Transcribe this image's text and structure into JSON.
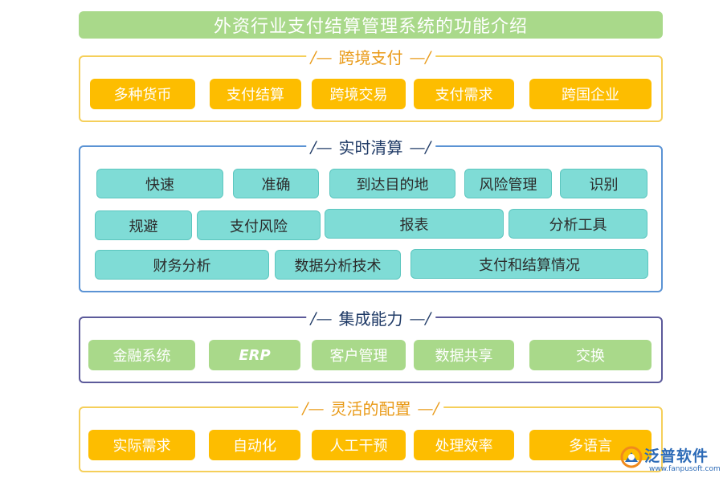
{
  "title": "外资行业支付结算管理系统的功能介绍",
  "sections": [
    {
      "label": "跨境支付",
      "items": [
        "多种货币",
        "支付结算",
        "跨境交易",
        "支付需求",
        "跨国企业"
      ]
    },
    {
      "label": "实时清算",
      "items": [
        "快速",
        "准确",
        "到达目的地",
        "风险管理",
        "识别",
        "规避",
        "支付风险",
        "报表",
        "分析工具",
        "财务分析",
        "数据分析技术",
        "支付和结算情况"
      ]
    },
    {
      "label": "集成能力",
      "items": [
        "金融系统",
        "ERP",
        "客户管理",
        "数据共享",
        "交换"
      ]
    },
    {
      "label": "灵活的配置",
      "items": [
        "实际需求",
        "自动化",
        "人工干预",
        "处理效率",
        "多语言"
      ]
    }
  ],
  "logo": {
    "brand": "泛普软件",
    "url": "www.fanpusoft.com"
  },
  "colors": {
    "title_bg": "#a9d98a",
    "gold_chip": "#fdbd00",
    "teal_chip": "#7fdcd6",
    "green_chip": "#a9d98a",
    "gold_border": "#f5cf5a",
    "blue_border": "#5b93d4",
    "purple_border": "#5c5a9a"
  }
}
